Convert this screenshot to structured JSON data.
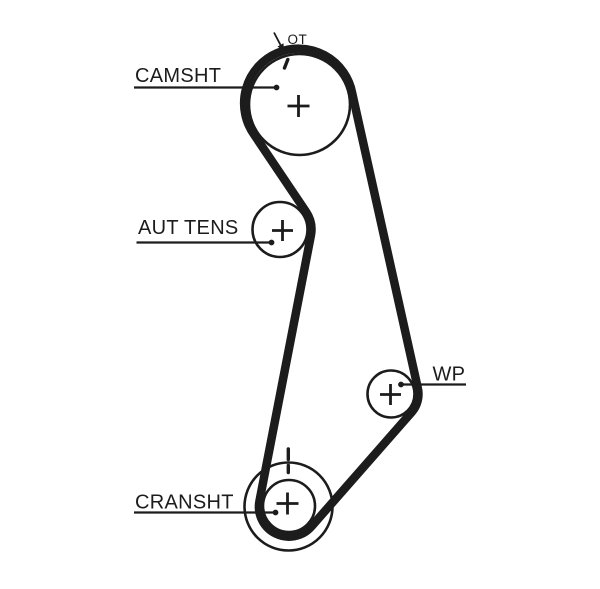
{
  "diagram": {
    "kind": "timing-belt-routing-diagram",
    "background_color": "#ffffff",
    "line_color": "#1c1c1c",
    "labels": {
      "camshaft": "CAMSHT",
      "tensioner": "AUT TENS",
      "water_pump": "WP",
      "crankshaft": "CRANSHT",
      "timing_mark": "OT"
    }
  }
}
